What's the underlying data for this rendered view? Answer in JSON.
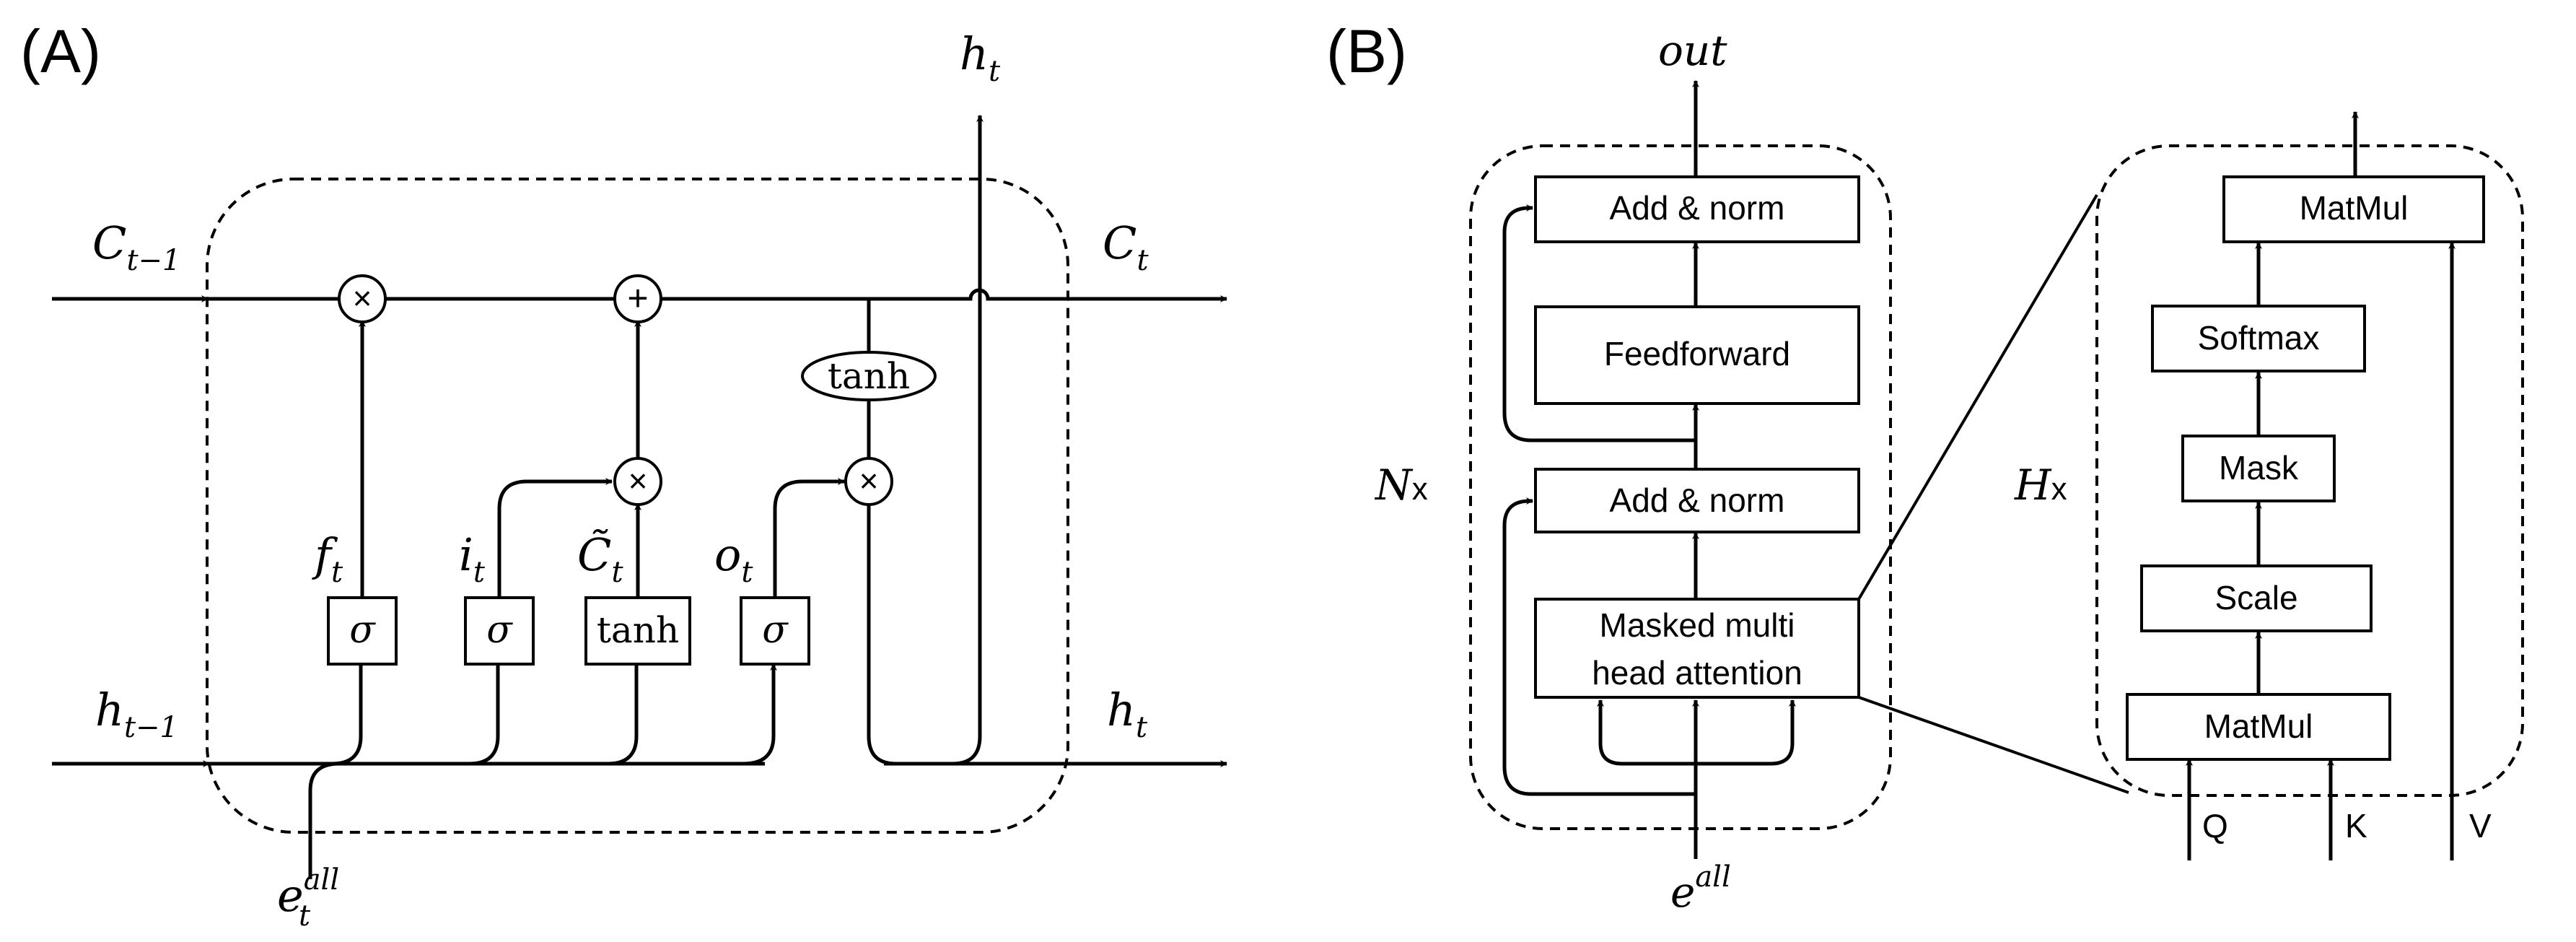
{
  "panel_a": {
    "tag": "(A)",
    "labels": {
      "c_prev": "C",
      "c_prev_sub": "t−1",
      "c_t": "C",
      "c_t_sub": "t",
      "h_prev": "h",
      "h_prev_sub": "t−1",
      "h_t_right": "h",
      "h_t_right_sub": "t",
      "h_t_top": "h",
      "h_t_top_sub": "t",
      "e_all": "e",
      "e_all_sub": "t",
      "e_all_sup": "all",
      "f_t": "f",
      "f_t_sub": "t",
      "i_t": "i",
      "i_t_sub": "t",
      "c_tilde": "C̃",
      "c_tilde_sub": "t",
      "o_t": "o",
      "o_t_sub": "t"
    },
    "ops": {
      "multiply": "×",
      "add": "+"
    },
    "gates": {
      "sigma": "σ",
      "tanh": "tanh"
    }
  },
  "panel_b": {
    "tag": "(B)",
    "out_label": "out",
    "input_label": "e",
    "input_sup": "all",
    "nx_label": "N",
    "nx_suffix": "x",
    "hx_label": "H",
    "hx_suffix": "x",
    "decoder_blocks": {
      "add_norm_top": "Add & norm",
      "feedforward": "Feedforward",
      "add_norm_bottom": "Add & norm",
      "attention_line1": "Masked multi",
      "attention_line2": "head attention"
    },
    "attention_blocks": {
      "matmul_top": "MatMul",
      "softmax": "Softmax",
      "mask": "Mask",
      "scale": "Scale",
      "matmul_bottom": "MatMul"
    },
    "inputs": {
      "q": "Q",
      "k": "K",
      "v": "V"
    }
  }
}
